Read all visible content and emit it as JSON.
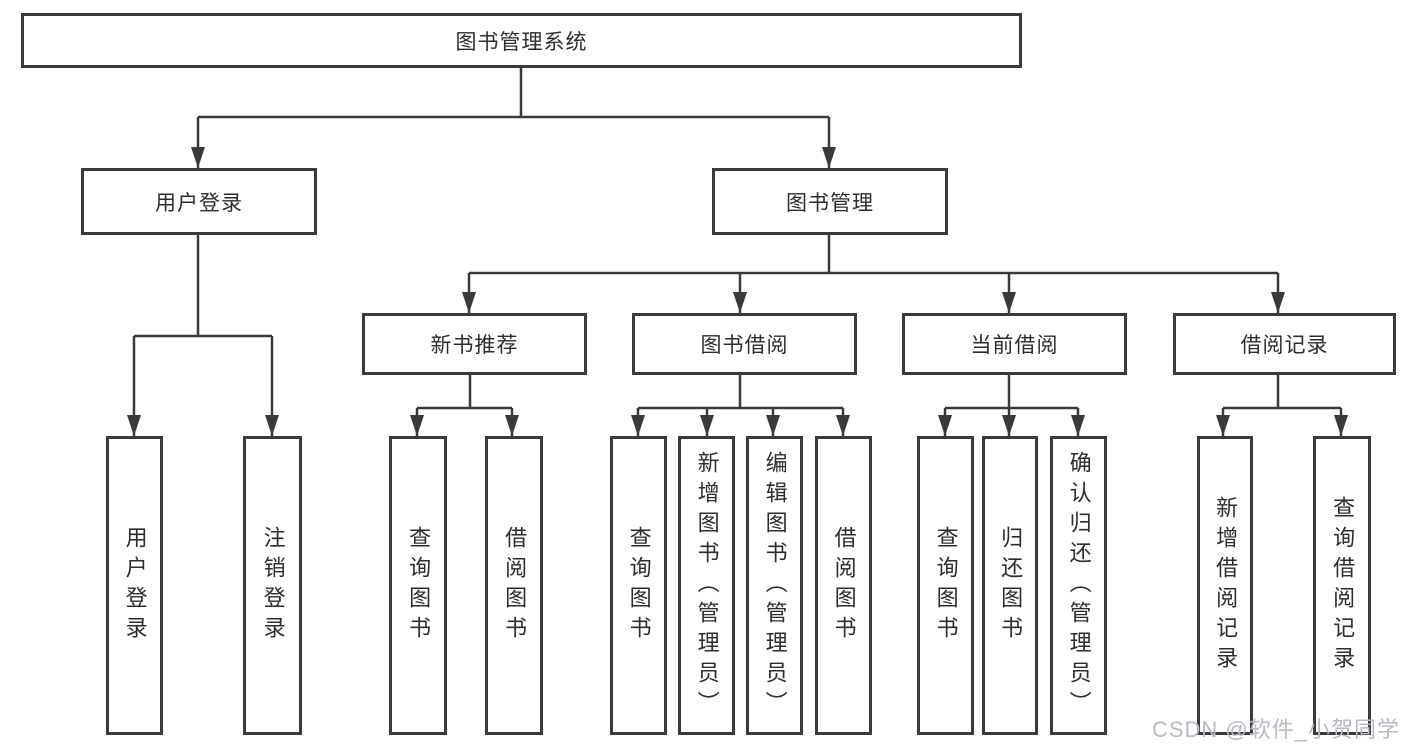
{
  "colors": {
    "background": "#ffffff",
    "line": "#3a3a3a",
    "border": "#3a3a3a",
    "text": "#2b2d31",
    "watermark": "#b6bac1"
  },
  "tree": {
    "root": {
      "label": "图书管理系统",
      "children": [
        {
          "label": "用户登录",
          "children": [
            {
              "label": "用户登录"
            },
            {
              "label": "注销登录"
            }
          ]
        },
        {
          "label": "图书管理",
          "children": [
            {
              "label": "新书推荐",
              "children": [
                {
                  "label": "查询图书"
                },
                {
                  "label": "借阅图书"
                }
              ]
            },
            {
              "label": "图书借阅",
              "children": [
                {
                  "label": "查询图书"
                },
                {
                  "label": "新增图书（管理员）"
                },
                {
                  "label": "编辑图书（管理员）"
                },
                {
                  "label": "借阅图书"
                }
              ]
            },
            {
              "label": "当前借阅",
              "children": [
                {
                  "label": "查询图书"
                },
                {
                  "label": "归还图书"
                },
                {
                  "label": "确认归还（管理员）"
                }
              ]
            },
            {
              "label": "借阅记录",
              "children": [
                {
                  "label": "新增借阅记录"
                },
                {
                  "label": "查询借阅记录"
                }
              ]
            }
          ]
        }
      ]
    }
  },
  "watermark": {
    "text": "CSDN @软件_小贺同学"
  }
}
